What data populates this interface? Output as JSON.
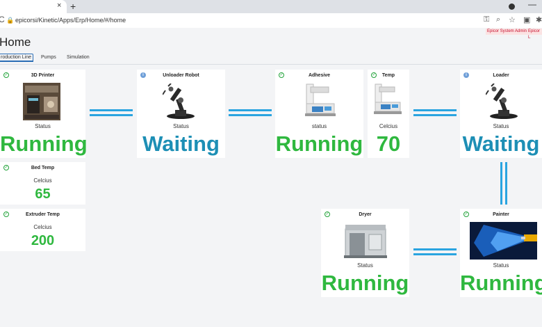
{
  "browser": {
    "tab_close": "×",
    "new_tab": "+",
    "minimize": "—",
    "reload": "C",
    "url": "epicorsi/Kinetic/Apps/Erp/Home/#/home",
    "addr_icons": [
      "key-icon",
      "zoom-icon",
      "star-icon",
      "extension-icon",
      "puzzle-icon"
    ]
  },
  "header": {
    "badges": [
      "Epicor System Admin",
      "Epicor L"
    ],
    "title": "Home"
  },
  "tabs": [
    "roduction Line",
    "Pumps",
    "Simulation"
  ],
  "cards": {
    "printer": {
      "title": "3D Printer",
      "label": "Status",
      "value": "Running",
      "icon": "check-circle-icon"
    },
    "unloader": {
      "title": "Unloader Robot",
      "label": "Status",
      "value": "Waiting",
      "icon": "info-icon"
    },
    "adhesive": {
      "title": "Adhesive",
      "label": "status",
      "value": "Running",
      "icon": "check-circle-icon"
    },
    "temp": {
      "title": "Temp",
      "label": "Celcius",
      "value": "70",
      "icon": "check-circle-icon"
    },
    "loader": {
      "title": "Loader",
      "label": "Status",
      "value": "Waiting",
      "icon": "info-icon"
    },
    "bedtemp": {
      "title": "Bed Temp",
      "label": "Celcius",
      "value": "65",
      "icon": "check-circle-icon"
    },
    "extruder": {
      "title": "Extruder Temp",
      "label": "Celcius",
      "value": "200",
      "icon": "check-circle-icon"
    },
    "dryer": {
      "title": "Dryer",
      "label": "Status",
      "value": "Running",
      "icon": "check-circle-icon"
    },
    "painter": {
      "title": "Painter",
      "label": "Status",
      "value": "Running",
      "icon": "check-circle-icon"
    }
  },
  "colors": {
    "running": "#2fb83f",
    "waiting": "#1d8fb5",
    "connector": "#2aa4e0",
    "badge": "#c8102e"
  }
}
